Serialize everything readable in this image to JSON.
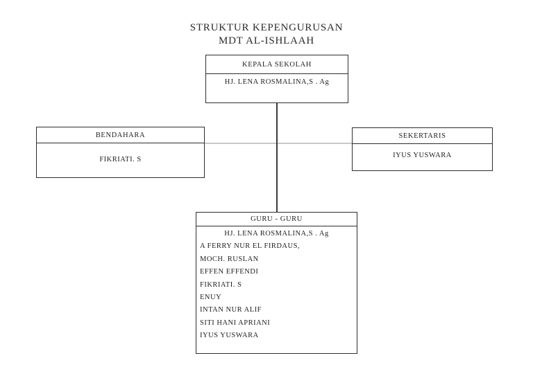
{
  "title": {
    "line1": "STRUKTUR KEPENGURUSAN",
    "line2": "MDT AL-ISHLAAH"
  },
  "org": {
    "kepala": {
      "role": "KEPALA SEKOLAH",
      "name": "HJ. LENA ROSMALINA,S . Ag"
    },
    "bendahara": {
      "role": "BENDAHARA",
      "name": "FIKRIATI. S"
    },
    "sekertaris": {
      "role": "SEKERTARIS",
      "name": "IYUS YUSWARA"
    },
    "guru": {
      "role": "GURU - GURU",
      "members": [
        "HJ. LENA ROSMALINA,S . Ag",
        "A FERRY NUR EL FIRDAUS,",
        "MOCH. RUSLAN",
        "EFFEN EFFENDI",
        "FIKRIATI. S",
        "ENUY",
        "INTAN NUR ALIF",
        "SITI HANI APRIANI",
        "IYUS YUSWARA"
      ]
    }
  },
  "colors": {
    "background": "#ffffff",
    "box_border": "#2d2d2d",
    "text": "#1f1f1f",
    "vertical_connector": "#3a3a3a",
    "horizontal_connector": "#c8c8c8"
  }
}
